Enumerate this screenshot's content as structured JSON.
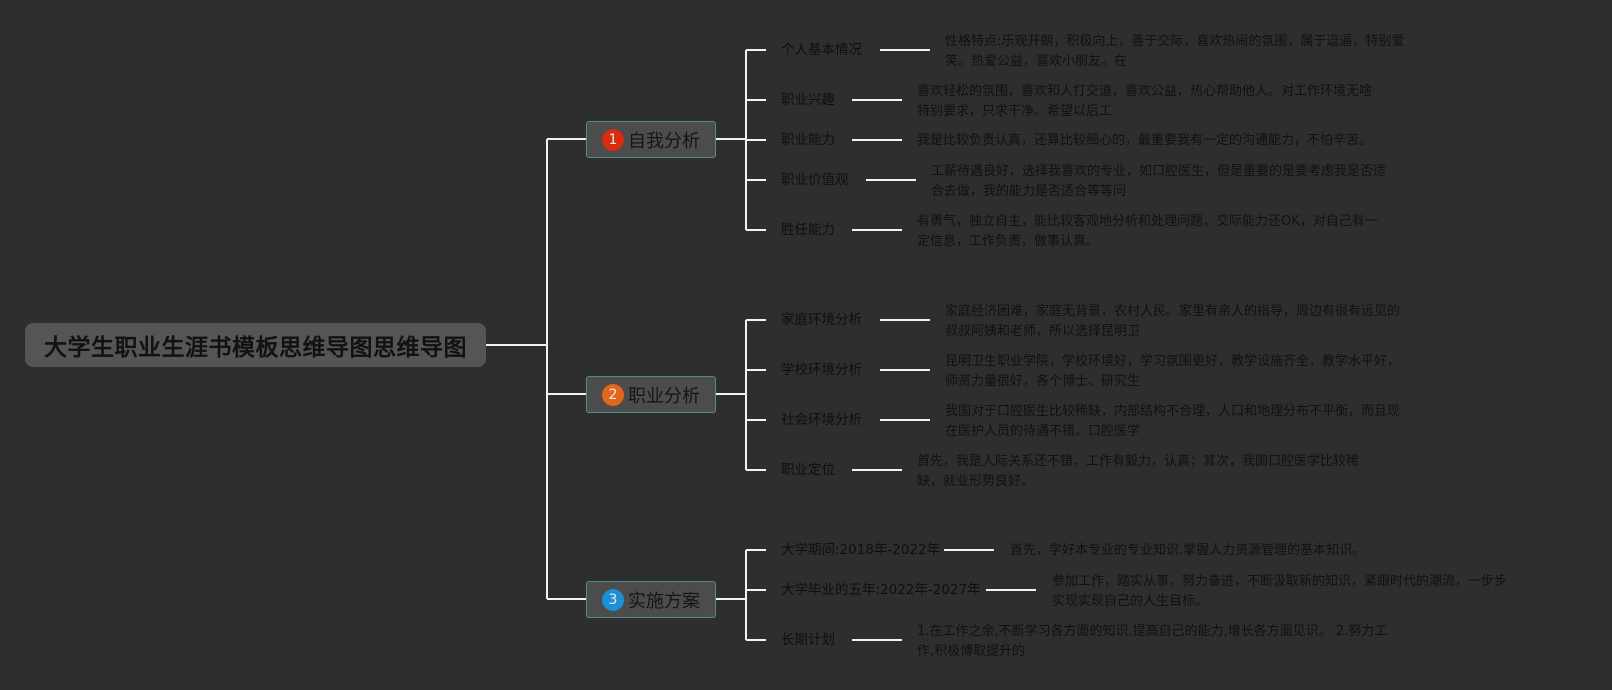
{
  "root": {
    "title": "大学生职业生涯书模板思维导图思维导图"
  },
  "branches": [
    {
      "number": "1",
      "title": "自我分析",
      "badge_color": "#d92a12",
      "items": [
        {
          "label": "个人基本情况",
          "detail_lines": [
            "性格特点:乐观开朗，积极向上，善于交际，喜欢热闹的氛围，属于逗逼，特别爱",
            "笑。热爱公益，喜欢小朋友。在"
          ]
        },
        {
          "label": "职业兴趣",
          "detail_lines": [
            "喜欢轻松的氛围，喜欢和人打交道，喜欢公益，热心帮助他人。对工作环境无啥",
            "特别要求，只求干净。希望以后工"
          ]
        },
        {
          "label": "职业能力",
          "detail_lines": [
            "我是比较负责认真，还算比较细心的，最重要我有一定的沟通能力，不怕辛苦。"
          ]
        },
        {
          "label": "职业价值观",
          "detail_lines": [
            "工薪待遇良好，选择我喜欢的专业，如口腔医生，但是重要的是要考虑我是否适",
            "合去做，我的能力是否适合等等问"
          ]
        },
        {
          "label": "胜任能力",
          "detail_lines": [
            "有勇气，独立自主，能比较客观地分析和处理问题，交际能力还OK，对自己有一",
            "定信息，工作负责，做事认真。"
          ]
        }
      ]
    },
    {
      "number": "2",
      "title": "职业分析",
      "badge_color": "#e3661b",
      "items": [
        {
          "label": "家庭环境分析",
          "detail_lines": [
            "家庭经济困难，家庭无背景，农村人民。家里有亲人的指导，周边有很有远见的",
            "叔叔阿姨和老师，所以选择昆明卫"
          ]
        },
        {
          "label": "学校环境分析",
          "detail_lines": [
            "昆明卫生职业学院，学校环境好，学习氛围更好，教学设施齐全，教学水平好，",
            "师资力量很好，各个博士、研究生"
          ]
        },
        {
          "label": "社会环境分析",
          "detail_lines": [
            "我国对于口腔医生比较稀缺，内部结构不合理，人口和地理分布不平衡，而且现",
            "在医护人员的待遇不错。口腔医学"
          ]
        },
        {
          "label": "职业定位",
          "detail_lines": [
            "首先，我是人际关系还不错，工作有毅力，认真；其次，我国口腔医学比较稀",
            "缺，就业形势良好。"
          ]
        }
      ]
    },
    {
      "number": "3",
      "title": "实施方案",
      "badge_color": "#1d8fd6",
      "items": [
        {
          "label": "大学期间:2018年-2022年",
          "detail_lines": [
            "首先，学好本专业的专业知识,掌握人力资源管理的基本知识。"
          ]
        },
        {
          "label": "大学毕业的五年:2022年-2027年",
          "detail_lines": [
            "参加工作，踏实从事，努力奋进，不断汲取新的知识，紧跟时代的潮流，一步步",
            "实现实现自己的人生目标。"
          ]
        },
        {
          "label": "长期计划",
          "detail_lines": [
            "1.在工作之余,不断学习各方面的知识,提高自己的能力,增长各方面见识。 2.努力工",
            "作,积极博取提升的"
          ]
        }
      ]
    }
  ]
}
